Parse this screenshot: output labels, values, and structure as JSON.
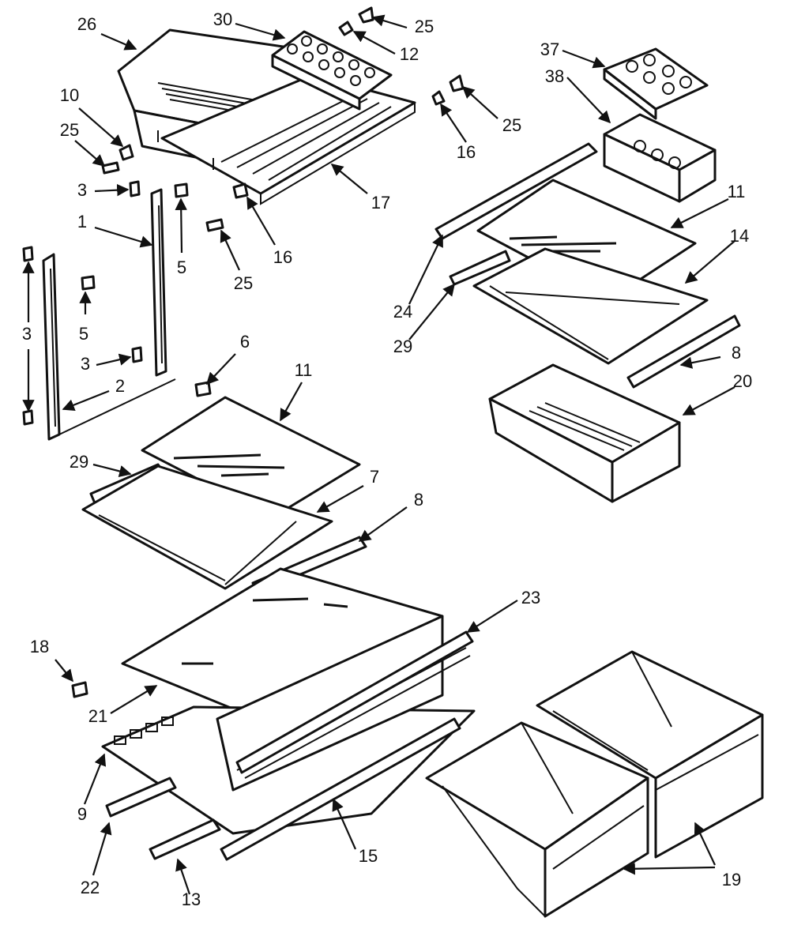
{
  "callouts": {
    "c1": "1",
    "c2": "2",
    "c3a": "3",
    "c3b": "3",
    "c3c": "3",
    "c5a": "5",
    "c5b": "5",
    "c6": "6",
    "c7": "7",
    "c8a": "8",
    "c8b": "8",
    "c9": "9",
    "c10": "10",
    "c11a": "11",
    "c11b": "11",
    "c12": "12",
    "c13": "13",
    "c14": "14",
    "c15": "15",
    "c16a": "16",
    "c16b": "16",
    "c17": "17",
    "c18": "18",
    "c19": "19",
    "c20": "20",
    "c21": "21",
    "c22": "22",
    "c23": "23",
    "c24": "24",
    "c25a": "25",
    "c25b": "25",
    "c25c": "25",
    "c25d": "25",
    "c26": "26",
    "c29a": "29",
    "c29b": "29",
    "c30": "30",
    "c37": "37",
    "c38": "38"
  }
}
